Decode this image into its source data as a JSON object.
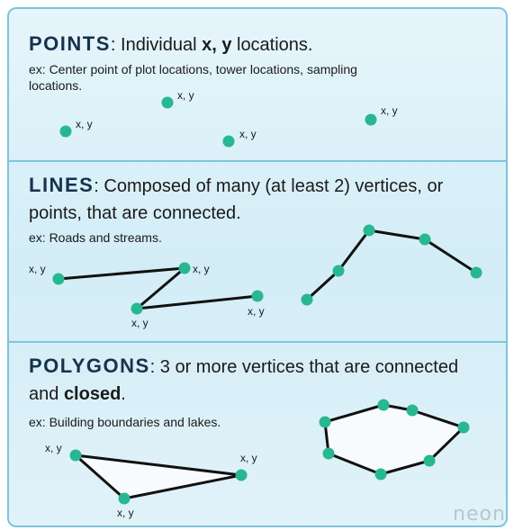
{
  "sections": {
    "points": {
      "keyword": "POINTS",
      "title_rest": ": Individual ",
      "title_bold": "x, y",
      "title_end": " locations.",
      "example_line1": "ex: Center point of plot locations, tower locations, sampling",
      "example_line2": "locations."
    },
    "lines": {
      "keyword": "LINES",
      "title_line1": ": Composed of many (at least 2) vertices, or",
      "title_line2": "points, that are connected.",
      "example": "ex: Roads and streams."
    },
    "polygons": {
      "keyword": "POLYGONS",
      "title_line1": ": 3 or more vertices that are connected",
      "title_line2_pre": "and ",
      "title_line2_bold": "closed",
      "title_line2_end": ".",
      "example": "ex: Building boundaries and lakes."
    }
  },
  "coord_label": "x, y",
  "logo_text": "neon",
  "colors": {
    "vertex": "#27b891",
    "edge": "#111111",
    "divider": "#7cc6dd",
    "background": "#d9f0f8"
  }
}
